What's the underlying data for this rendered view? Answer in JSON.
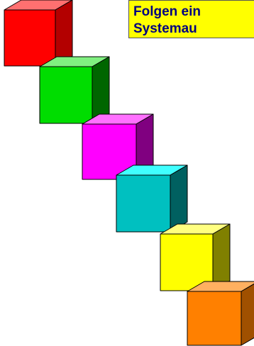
{
  "banner": {
    "line1": "Folgen ein",
    "line2": "Systemau",
    "background": "#ffff00",
    "text_color": "#000080"
  },
  "cubes": [
    {
      "name": "cube-red",
      "front": "#ff0000",
      "top": "#ff7070",
      "side": "#b30000"
    },
    {
      "name": "cube-green",
      "front": "#00dd00",
      "top": "#80f080",
      "side": "#006600"
    },
    {
      "name": "cube-magenta",
      "front": "#ff00ff",
      "top": "#ff70ff",
      "side": "#800080"
    },
    {
      "name": "cube-cyan",
      "front": "#00c0c0",
      "top": "#40ffff",
      "side": "#006060"
    },
    {
      "name": "cube-yellow",
      "front": "#ffff00",
      "top": "#ffff80",
      "side": "#808000"
    },
    {
      "name": "cube-orange",
      "front": "#ff8000",
      "top": "#ffb060",
      "side": "#a05000"
    }
  ]
}
